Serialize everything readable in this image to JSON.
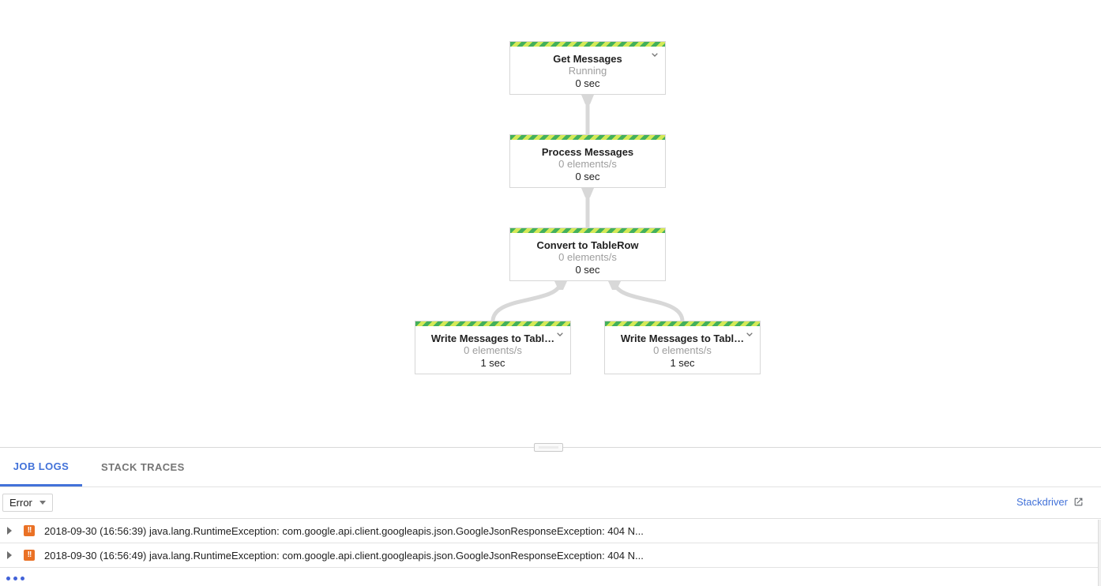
{
  "graph": {
    "nodes": [
      {
        "title": "Get Messages",
        "subtitle": "Running",
        "time": "0 sec"
      },
      {
        "title": "Process Messages",
        "subtitle": "0 elements/s",
        "time": "0 sec"
      },
      {
        "title": "Convert to TableRow",
        "subtitle": "0 elements/s",
        "time": "0 sec"
      },
      {
        "title": "Write Messages to Tabl…",
        "subtitle": "0 elements/s",
        "time": "1 sec"
      },
      {
        "title": "Write Messages to Tabl…",
        "subtitle": "0 elements/s",
        "time": "1 sec"
      }
    ],
    "stripe_colors": {
      "green": "#43b05c",
      "yellow_green": "#d4e957"
    },
    "edge_color": "#d8d8d8"
  },
  "logs_panel": {
    "tabs": [
      {
        "label": "JOB LOGS",
        "active": true
      },
      {
        "label": "STACK TRACES",
        "active": false
      }
    ],
    "filter": {
      "selected": "Error"
    },
    "stackdriver_link_label": "Stackdriver",
    "rows": [
      {
        "severity": "error",
        "text": "2018-09-30 (16:56:39) java.lang.RuntimeException: com.google.api.client.googleapis.json.GoogleJsonResponseException: 404 N..."
      },
      {
        "severity": "error",
        "text": "2018-09-30 (16:56:49) java.lang.RuntimeException: com.google.api.client.googleapis.json.GoogleJsonResponseException: 404 N..."
      }
    ],
    "accent_color": "#4272d9",
    "warning_badge_color": "#ea7125",
    "warning_badge_glyph": "!!"
  }
}
